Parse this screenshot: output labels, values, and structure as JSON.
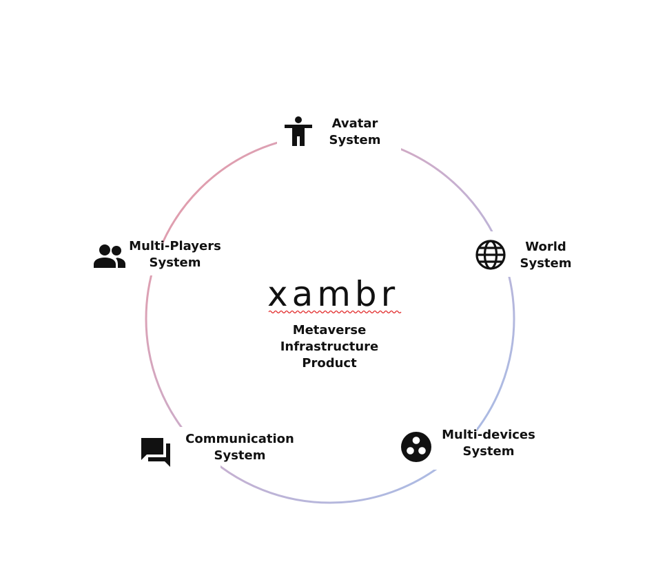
{
  "center": {
    "brand": "xambr",
    "subtitle_line1": "Metaverse",
    "subtitle_line2": "Infrastructure",
    "subtitle_line3": "Product"
  },
  "nodes": [
    {
      "id": "avatar",
      "line1": "Avatar",
      "line2": "System",
      "icon": "accessibility-person-icon"
    },
    {
      "id": "world",
      "line1": "World",
      "line2": "System",
      "icon": "globe-icon"
    },
    {
      "id": "multi_devices",
      "line1": "Multi-devices",
      "line2": "System",
      "icon": "three-dots-circle-icon"
    },
    {
      "id": "communication",
      "line1": "Communication",
      "line2": "System",
      "icon": "chat-bubbles-icon"
    },
    {
      "id": "multi_players",
      "line1": "Multi-Players",
      "line2": "System",
      "icon": "people-icon"
    }
  ],
  "colors": {
    "ring_warm": "#e3a0ac",
    "ring_cool": "#a9bfe6",
    "ring_mid": "#c6b1cf",
    "text": "#111111",
    "spellcheck_underline": "#e02020"
  }
}
